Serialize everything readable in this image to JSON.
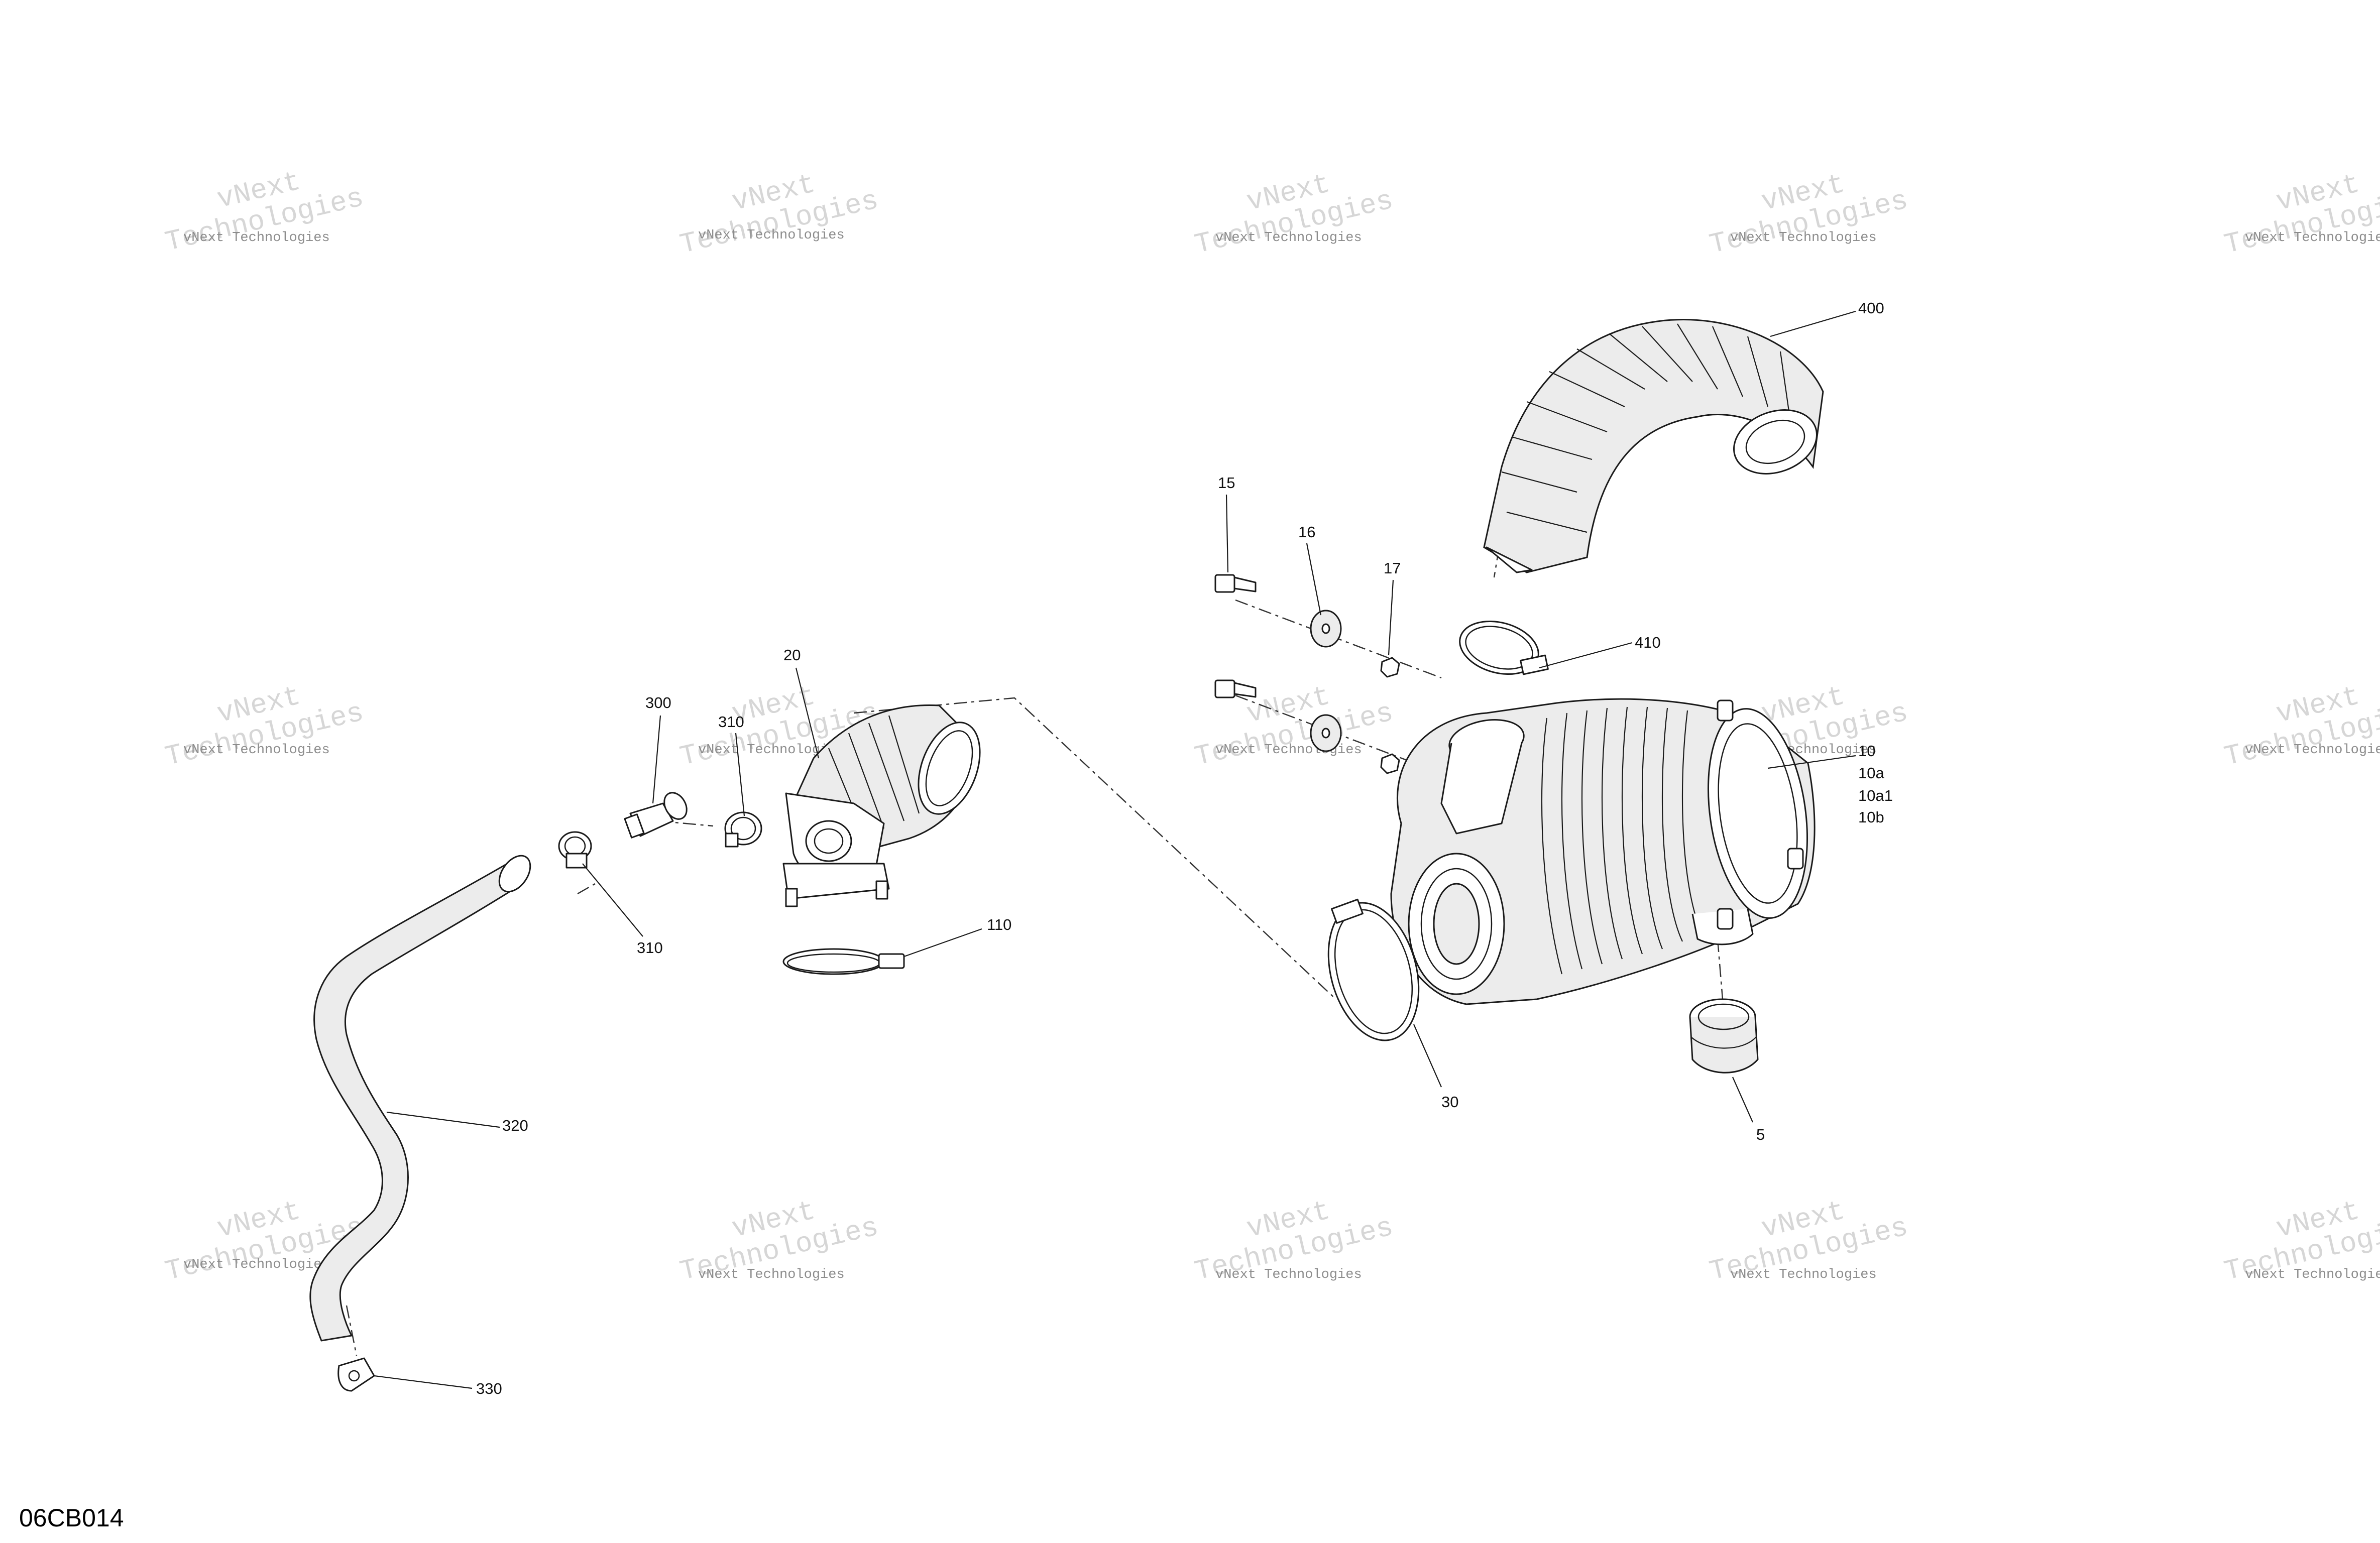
{
  "drawing_id": "06CB014",
  "watermark": {
    "line1": "vNext Technologies",
    "line2": "vNext",
    "line3": "Technologies"
  },
  "callouts": {
    "c400": "400",
    "c15": "15",
    "c16": "16",
    "c17": "17",
    "c410": "410",
    "c10": "10",
    "c10a": "10a",
    "c10a1": "10a1",
    "c10b": "10b",
    "c20": "20",
    "c300": "300",
    "c310_top": "310",
    "c310_bottom": "310",
    "c110": "110",
    "c30": "30",
    "c5": "5",
    "c320": "320",
    "c330": "330"
  }
}
